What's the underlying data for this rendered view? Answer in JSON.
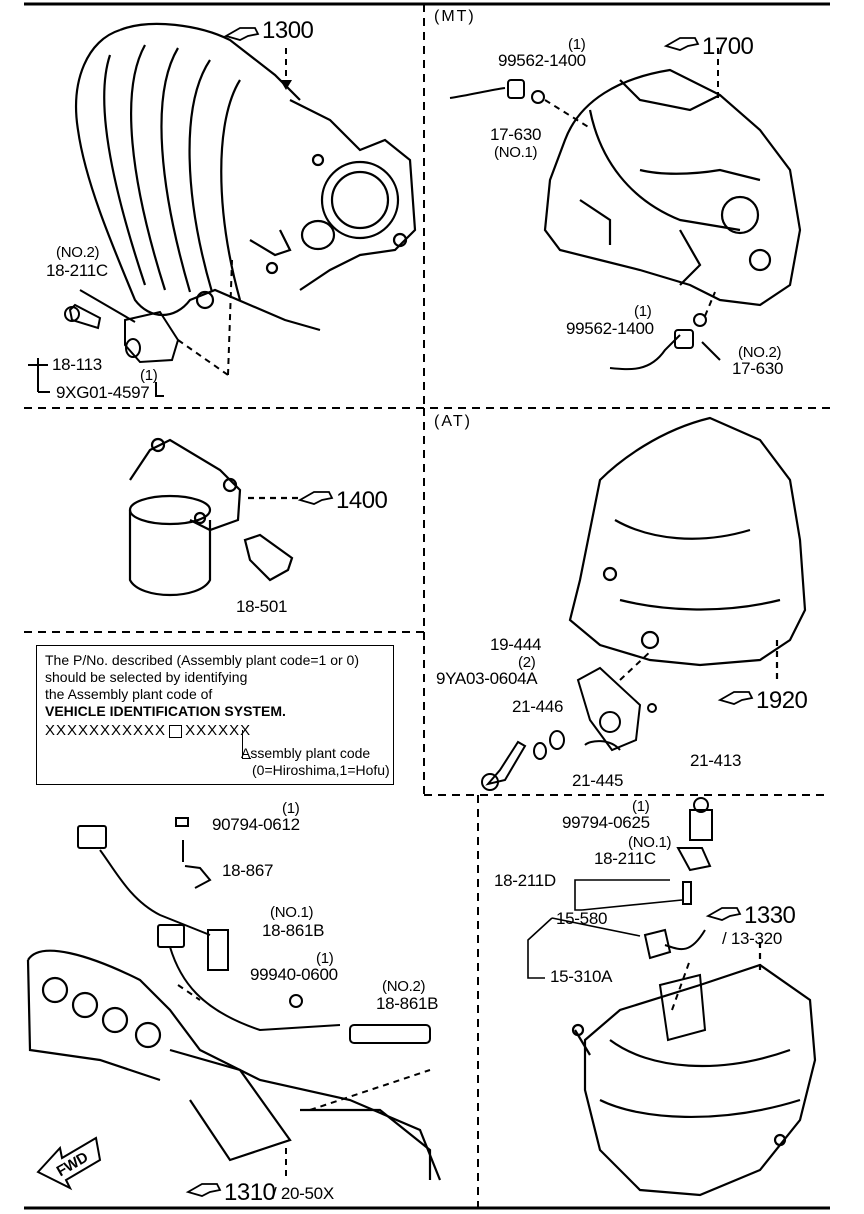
{
  "sections": {
    "mt": "(MT)",
    "at": "(AT)"
  },
  "refs": {
    "r1300": "1300",
    "r1700": "1700",
    "r1400": "1400",
    "r1920": "1920",
    "r1330": "1330",
    "r1330sub": "/ 13-320",
    "r1310": "1310",
    "r1310sub": "/ 20-50X"
  },
  "labels": {
    "no2_a": "(NO.2)",
    "p18_211c_a": "18-211C",
    "p18_113": "18-113",
    "q1_a": "(1)",
    "p9xg01": "9XG01-4597",
    "q1_b": "(1)",
    "p99562_a": "99562-1400",
    "p17_630_a": "17-630",
    "no1_a": "(NO.1)",
    "q1_c": "(1)",
    "p99562_b": "99562-1400",
    "no2_b": "(NO.2)",
    "p17_630_b": "17-630",
    "p18_501": "18-501",
    "p19_444": "19-444",
    "q2": "(2)",
    "p9ya03": "9YA03-0604A",
    "p21_446": "21-446",
    "p21_413": "21-413",
    "p21_445": "21-445",
    "q1_d": "(1)",
    "p90794": "90794-0612",
    "p18_867": "18-867",
    "no1_b": "(NO.1)",
    "p18_861b_a": "18-861B",
    "q1_e": "(1)",
    "p99940": "99940-0600",
    "no2_c": "(NO.2)",
    "p18_861b_b": "18-861B",
    "q1_f": "(1)",
    "p99794": "99794-0625",
    "no1_c": "(NO.1)",
    "p18_211c_b": "18-211C",
    "p18_211d": "18-211D",
    "p15_580": "15-580",
    "p15_310a": "15-310A",
    "fwd": "FWD"
  },
  "note": {
    "line1": "The P/No. described (Assembly plant code=1 or 0)",
    "line2": "should be selected by identifying",
    "line3": "the Assembly plant code of",
    "line4": "VEHICLE IDENTIFICATION SYSTEM.",
    "vin_left": "XXXXXXXXXXX",
    "vin_right": "XXXXXX",
    "apc_label": "Assembly plant code",
    "apc_values": "(0=Hiroshima,1=Hofu)"
  }
}
